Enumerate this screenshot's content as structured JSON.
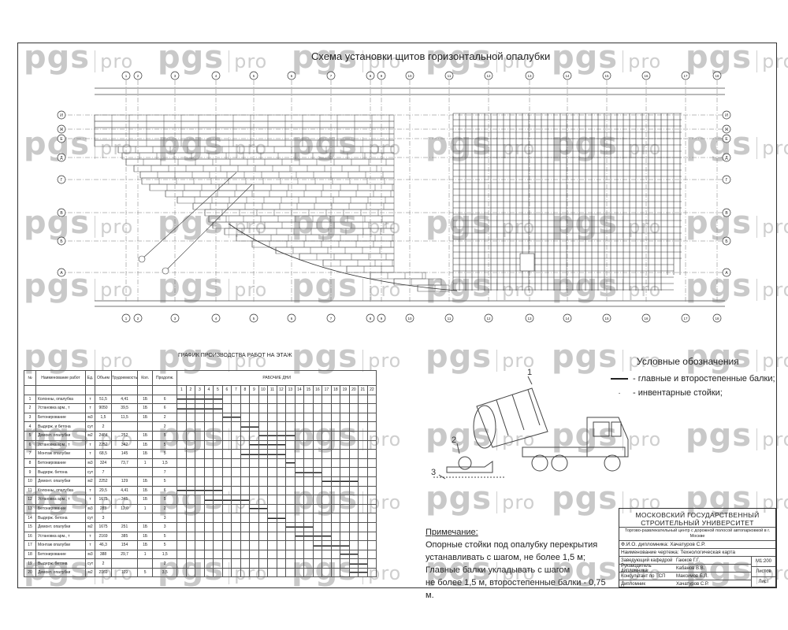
{
  "watermark": {
    "brand": "pgs",
    "suffix": "pro"
  },
  "plan": {
    "title": "Схема установки щитов горизонтальной опалубки",
    "axis_numbers": [
      "1",
      "2",
      "3",
      "4",
      "5",
      "6",
      "7",
      "8",
      "9",
      "10",
      "11",
      "12",
      "13",
      "14",
      "15",
      "16",
      "17",
      "18"
    ],
    "axis_letters": [
      "И",
      "Ж",
      "Е",
      "Д",
      "Г",
      "В",
      "Б",
      "А"
    ]
  },
  "legend": {
    "title": "Условные обозначения",
    "items": [
      {
        "symbol": "line",
        "text": "- главные и второстепенные балки;"
      },
      {
        "symbol": "dot",
        "text": "- инвентарные стойки;"
      }
    ]
  },
  "note": {
    "title": "Примечание:",
    "lines": [
      "Опорные стойки под опалубку перекрытия",
      "устанавливать с шагом, не более 1,5 м;",
      "Главные балки укладывать с шагом",
      "не более 1,5 м, второстепенные балки - 0,75 м."
    ]
  },
  "truck": {
    "labels": [
      "1",
      "2",
      "3"
    ]
  },
  "schedule": {
    "title": "ГРАФИК ПРОИЗВОДСТВА РАБОТ НА ЭТАЖ",
    "header_days": "РАБОЧИЕ ДНИ",
    "days": [
      "1",
      "2",
      "3",
      "4",
      "5",
      "6",
      "7",
      "8",
      "9",
      "10",
      "11",
      "12",
      "13",
      "14",
      "15",
      "16",
      "17",
      "18",
      "19",
      "20",
      "21",
      "22"
    ],
    "rows": [
      {
        "n": "1",
        "name": "Колонны, опалубка",
        "unit": "т",
        "qty": "51,5",
        "labor": "4,41",
        "crew": "1Б",
        "dur": "6"
      },
      {
        "n": "2",
        "name": "Установка арм., т",
        "unit": "т",
        "qty": "9050",
        "labor": "39,5",
        "crew": "1Б",
        "dur": "6"
      },
      {
        "n": "3",
        "name": "Бетонирование",
        "unit": "м3",
        "qty": "1,5",
        "labor": "11,5",
        "crew": "1Б",
        "dur": "2"
      },
      {
        "n": "4",
        "name": "Выдерж. и бетона",
        "unit": "сут",
        "qty": "2",
        "labor": "",
        "crew": "",
        "dur": "2"
      },
      {
        "n": "5",
        "name": "Демонт. опалубки",
        "unit": "м2",
        "qty": "2484",
        "labor": "252",
        "crew": "1Б",
        "dur": "5"
      },
      {
        "n": "6",
        "name": "Установка арм., т",
        "unit": "т",
        "qty": "2252",
        "labor": "342",
        "crew": "1Б",
        "dur": "5"
      },
      {
        "n": "7",
        "name": "Монтаж опалубки",
        "unit": "т",
        "qty": "68,5",
        "labor": "145",
        "crew": "1Б",
        "dur": "5"
      },
      {
        "n": "8",
        "name": "Бетонирование",
        "unit": "м3",
        "qty": "324",
        "labor": "73,7",
        "crew": "1",
        "dur": "1,5"
      },
      {
        "n": "9",
        "name": "Выдерж. бетона",
        "unit": "сут",
        "qty": "7",
        "labor": "",
        "crew": "",
        "dur": "7"
      },
      {
        "n": "10",
        "name": "Демонт. опалубки",
        "unit": "м2",
        "qty": "2252",
        "labor": "129",
        "crew": "1Б",
        "dur": "5"
      },
      {
        "n": "11",
        "name": "Колонны, опалубка",
        "unit": "т",
        "qty": "29,5",
        "labor": "4,41",
        "crew": "1Б",
        "dur": "6"
      },
      {
        "n": "12",
        "name": "Установка арм., т",
        "unit": "т",
        "qty": "1675",
        "labor": "345",
        "crew": "1Б",
        "dur": "5"
      },
      {
        "n": "13",
        "name": "Бетонирование",
        "unit": "м3",
        "qty": "283",
        "labor": "12,0",
        "crew": "1",
        "dur": "2"
      },
      {
        "n": "14",
        "name": "Выдерж. бетона",
        "unit": "сут",
        "qty": "3",
        "labor": "",
        "crew": "",
        "dur": "3"
      },
      {
        "n": "15",
        "name": "Демонт. опалубки",
        "unit": "м2",
        "qty": "1675",
        "labor": "251",
        "crew": "1Б",
        "dur": "3"
      },
      {
        "n": "16",
        "name": "Установка арм., т",
        "unit": "т",
        "qty": "2169",
        "labor": "385",
        "crew": "1Б",
        "dur": "5"
      },
      {
        "n": "17",
        "name": "Монтаж опалубки",
        "unit": "т",
        "qty": "46,3",
        "labor": "154",
        "crew": "1Б",
        "dur": "5"
      },
      {
        "n": "18",
        "name": "Бетонирование",
        "unit": "м3",
        "qty": "388",
        "labor": "29,7",
        "crew": "1",
        "dur": "1,5"
      },
      {
        "n": "19",
        "name": "Выдерж. бетона",
        "unit": "сут",
        "qty": "2",
        "labor": "",
        "crew": "",
        "dur": "2"
      },
      {
        "n": "20",
        "name": "Демонт. опалубки",
        "unit": "м2",
        "qty": "2169",
        "labor": "119",
        "crew": "5",
        "dur": "3,5"
      }
    ],
    "bars": [
      [
        1,
        6
      ],
      [
        1,
        6
      ],
      [
        6,
        8
      ],
      [
        8,
        10
      ],
      [
        10,
        14
      ],
      [
        9,
        13
      ],
      [
        8,
        13
      ],
      [
        13,
        14
      ],
      [
        14,
        17
      ],
      [
        17,
        21
      ],
      [
        1,
        6
      ],
      [
        4,
        9
      ],
      [
        9,
        11
      ],
      [
        11,
        13
      ],
      [
        13,
        16
      ],
      [
        14,
        18
      ],
      [
        16,
        20
      ],
      [
        19,
        21
      ],
      [
        20,
        22
      ],
      [
        20,
        22
      ]
    ]
  },
  "stamp": {
    "org_line1": "МОСКОВСКИЙ ГОСУДАРСТВЕННЫЙ",
    "org_line2": "СТРОИТЕЛЬНЫЙ УНИВЕРСИТЕТ",
    "project": "Торгово-развлекательный центр с дорожной полосой автопарковкой в г. Москве",
    "author": "Ф.И.О. дипломника: Хачатуров С.Р.",
    "sheet_name": "Наименование чертежа: Технологическая карта",
    "scale": "М1:200",
    "rows": [
      {
        "role": "Заведующий кафедрой",
        "name": "Гаюков Г.Г."
      },
      {
        "role": "Руководитель дипломника",
        "name": "Кабанов В.В."
      },
      {
        "role": "Консультант по ТСП",
        "name": "Максимов Б.Л."
      },
      {
        "role": "Дипломник",
        "name": "Хачатуров С.Р."
      }
    ],
    "box_sheets": "Листов",
    "box_sheet": "Лист"
  }
}
